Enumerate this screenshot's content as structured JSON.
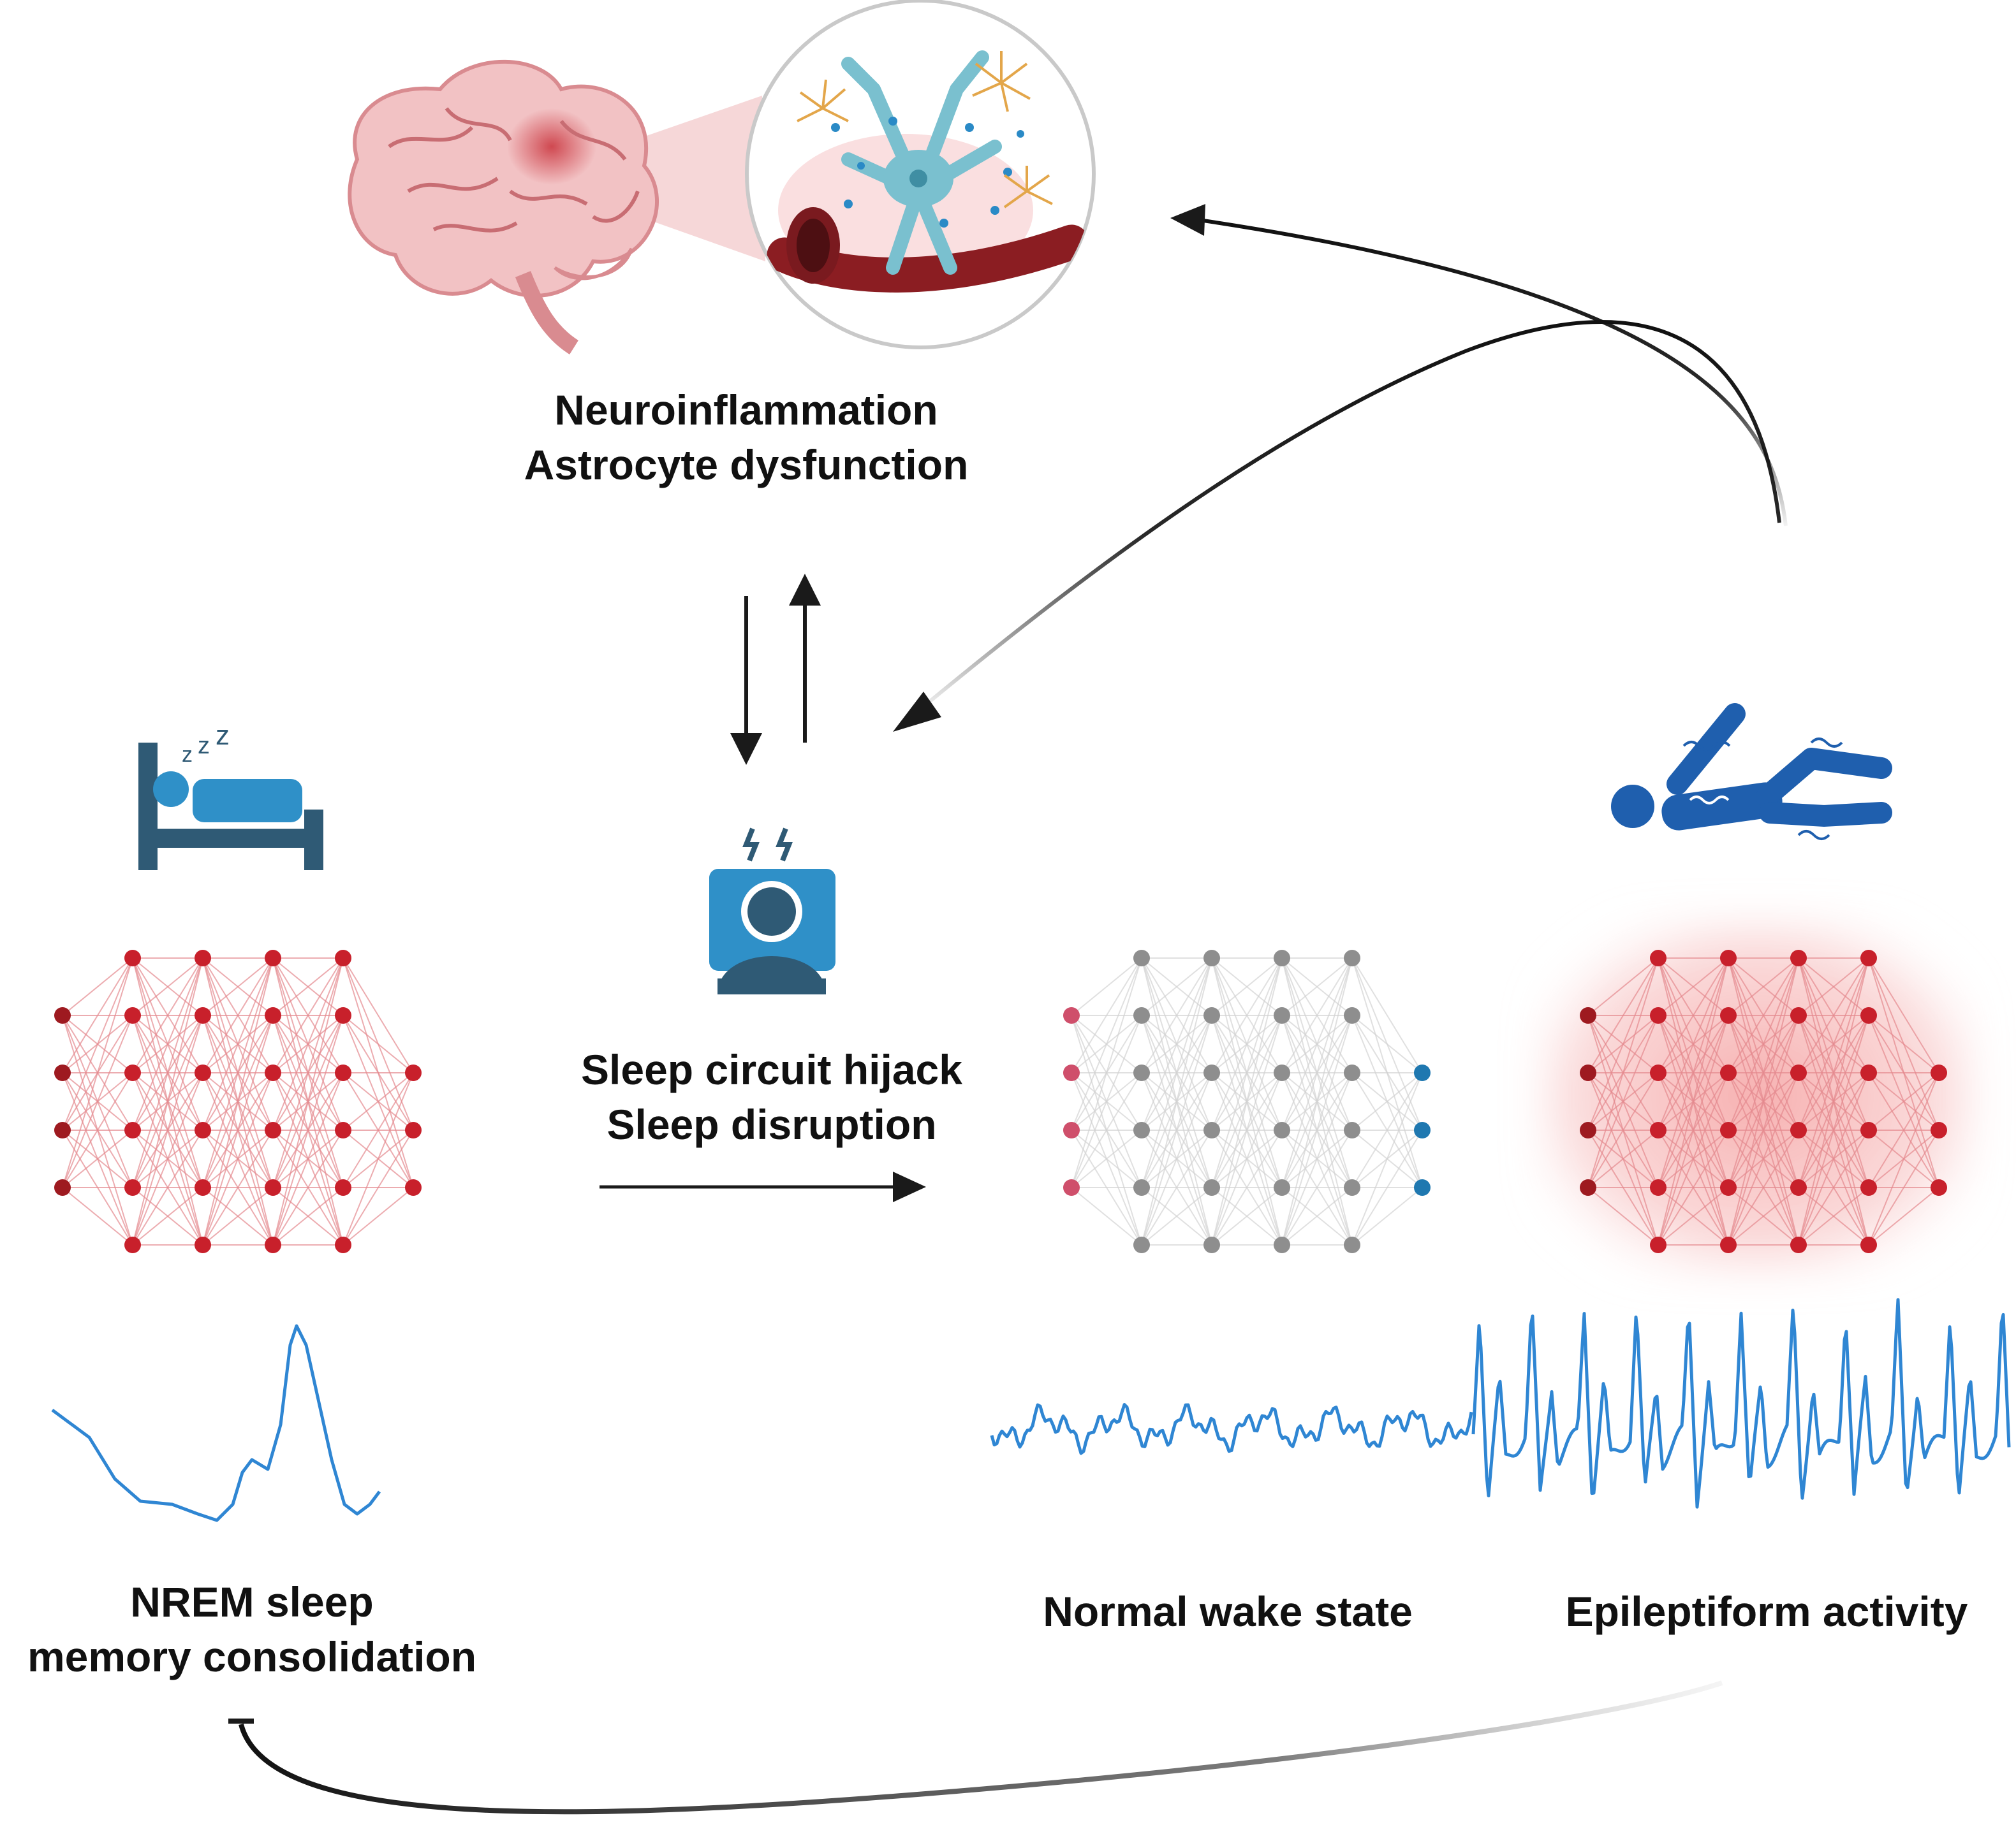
{
  "colors": {
    "red_node": "#c8202b",
    "red_node_dark": "#9e1a20",
    "red_edge": "#e58a8f",
    "gray_node": "#8e8e8e",
    "gray_edge": "#d3d3d3",
    "pink_node": "#cf4f6b",
    "blue_node": "#1f78b0",
    "eeg_blue": "#2f86d3",
    "icon_blue": "#2f90c8",
    "icon_dark": "#2f5a75",
    "arrow": "#1a1a1a"
  },
  "top": {
    "title_line1": "Neuroinflammation",
    "title_line2": "Astrocyte dysfunction",
    "brain_icon": "brain-icon",
    "astrocyte_icon": "astrocyte-magnified-icon"
  },
  "center": {
    "title_line1": "Sleep circuit hijack",
    "title_line2": "Sleep disruption",
    "icon": "disturbed-sleeper-icon"
  },
  "left": {
    "title_line1": "NREM sleep",
    "title_line2": "memory consolidation",
    "icon": "sleeping-in-bed-icon"
  },
  "right_normal": {
    "title": "Normal wake state"
  },
  "right_epileptic": {
    "title": "Epileptiform activity",
    "icon": "seizure-person-icon"
  }
}
